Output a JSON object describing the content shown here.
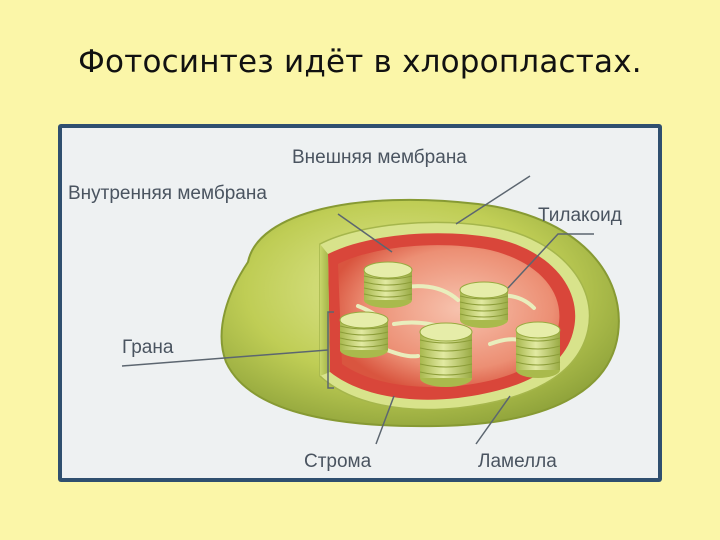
{
  "slide": {
    "title": "Фотосинтез идёт в хлоропластах."
  },
  "diagram": {
    "labels": {
      "outer_membrane": "Внешняя мембрана",
      "inner_membrane": "Внутренняя мембрана",
      "thylakoid": "Тилакоид",
      "grana": "Грана",
      "stroma": "Строма",
      "lamella": "Ламелла"
    }
  },
  "colors": {
    "background": "#fbf6a8",
    "figure_background": "#eef1f2",
    "figure_frame": "#2f4f6f",
    "outer_membrane": "#b9c94f",
    "inner_membrane": "#d9463a",
    "stroma": "#f0a38c",
    "granum": "#c9d77a",
    "label_text": "#4a5460"
  }
}
